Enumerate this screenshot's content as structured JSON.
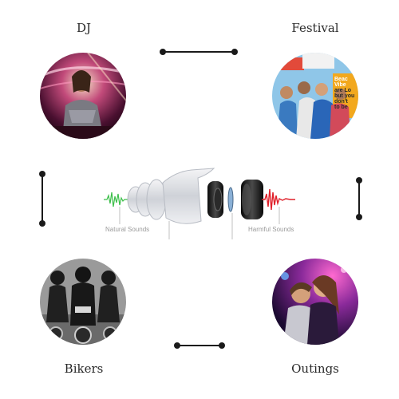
{
  "labels": {
    "top_left": "DJ",
    "top_right": "Festival",
    "bottom_left": "Bikers",
    "bottom_right": "Outings"
  },
  "diagram": {
    "natural_sounds": "Natural Sounds",
    "harmful_sounds": "Harmful Sounds"
  },
  "festival_sign": [
    "Beac",
    "Vibe",
    "are Lo",
    "but you",
    "don't",
    "to be"
  ],
  "colors": {
    "natural_wave": "#3cbf4a",
    "harmful_wave": "#e0202a",
    "connector": "#1a1a1a"
  }
}
